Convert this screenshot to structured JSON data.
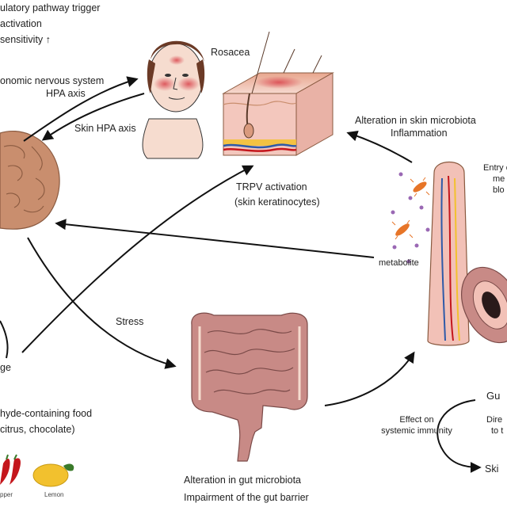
{
  "labels": {
    "regulatory_trigger": "ulatory pathway trigger",
    "activation": "activation",
    "sensitivity": "sensitivity ↑",
    "autonomic": "onomic nervous system",
    "hpa_axis": "HPA axis",
    "rosacea": "Rosacea",
    "skin_hpa": "Skin HPA axis",
    "skin_microbiota_1": "Alteration in skin microbiota",
    "skin_microbiota_2": "Inflammation",
    "entry_1": "Entry o",
    "entry_2": "me",
    "entry_3": "blo",
    "trpv_1": "TRPV activation",
    "trpv_2": "(skin keratinocytes)",
    "metabolite": "metabolite",
    "stress": "Stress",
    "ge": "ge",
    "food_1": "hyde-containing food",
    "food_2": "citrus, chocolate)",
    "pepper": "pper",
    "lemon": "Lemon",
    "gu": "Gu",
    "effect_1": "Effect on",
    "effect_2": "systemic immunity",
    "dire_1": "Dire",
    "dire_2": "to t",
    "ski": "Ski",
    "gut_1": "Alteration in gut microbiota",
    "gut_2": "Impairment of the gut barrier"
  },
  "colors": {
    "arrow": "#111111",
    "brain": "#c98e6e",
    "skin": "#f3c7bd",
    "redness": "#d9434b",
    "intestine": "#c88a86",
    "villus": "#f2c1b7",
    "bacteria": "#e77528",
    "metabolite_dot": "#9a68b4",
    "lemon": "#f2c12e",
    "pepper": "#c4161c"
  }
}
